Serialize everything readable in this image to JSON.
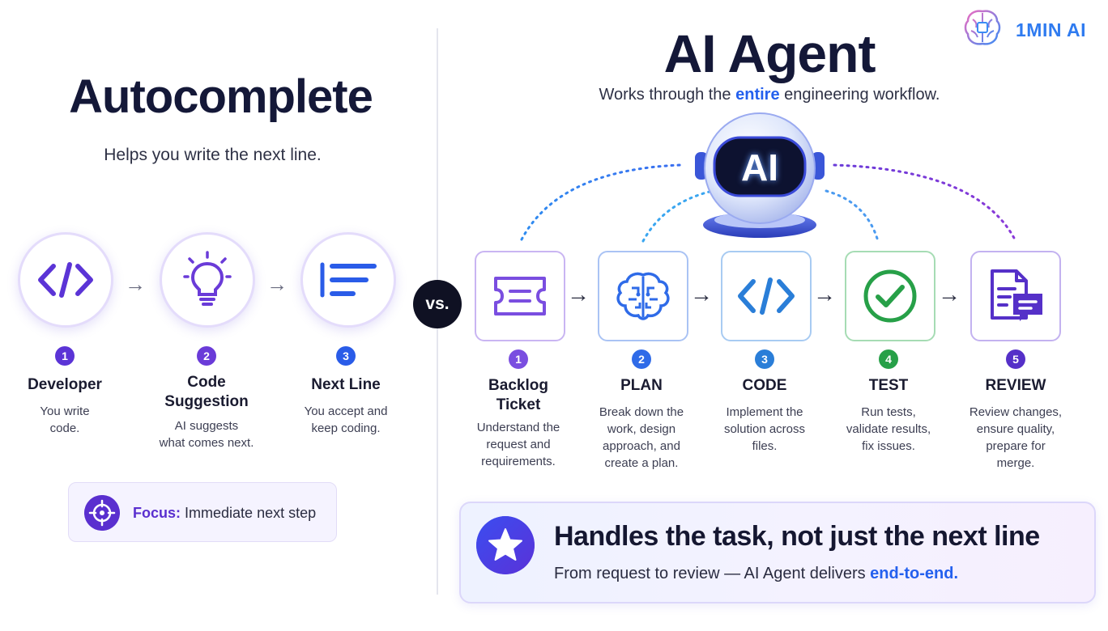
{
  "brand": {
    "name": "1MIN AI",
    "logo_icon": "brain-chip-icon",
    "color": "#2f7bf0"
  },
  "autocomplete": {
    "title": "Autocomplete",
    "subtitle": "Helps you write the next line.",
    "steps": [
      {
        "number": "1",
        "title": "Developer",
        "desc": [
          "You write",
          "code."
        ],
        "icon": "code-brackets-icon",
        "color": "#5b34d6"
      },
      {
        "number": "2",
        "title": [
          "Code",
          "Suggestion"
        ],
        "desc": [
          "AI suggests",
          "what comes next."
        ],
        "icon": "lightbulb-icon",
        "color": "#6a3bd8"
      },
      {
        "number": "3",
        "title": "Next Line",
        "desc": [
          "You accept and",
          "keep coding."
        ],
        "icon": "text-lines-icon",
        "color": "#2a5ce8"
      }
    ],
    "focus_label": "Focus:",
    "focus_text": "Immediate next step"
  },
  "vs_label": "vs.",
  "agent": {
    "title": "AI Agent",
    "subtitle_pre": "Works through the",
    "subtitle_hl": "entire",
    "subtitle_post": "engineering workflow.",
    "robot_label": "AI",
    "steps": [
      {
        "number": "1",
        "title": [
          "Backlog",
          "Ticket"
        ],
        "desc": [
          "Understand the",
          "request and",
          "requirements."
        ],
        "icon": "ticket-icon",
        "color": "#7a4ee0"
      },
      {
        "number": "2",
        "title": "PLAN",
        "desc": [
          "Break down the",
          "work, design",
          "approach, and",
          "create a plan."
        ],
        "icon": "brain-icon",
        "color": "#2f6be8"
      },
      {
        "number": "3",
        "title": "CODE",
        "desc": [
          "Implement the",
          "solution across",
          "files."
        ],
        "icon": "code-brackets-icon",
        "color": "#2a7ed8"
      },
      {
        "number": "4",
        "title": "TEST",
        "desc": [
          "Run tests,",
          "validate results,",
          "fix issues."
        ],
        "icon": "check-circle-icon",
        "color": "#27a048"
      },
      {
        "number": "5",
        "title": "REVIEW",
        "desc": [
          "Review changes,",
          "ensure quality,",
          "prepare for",
          "merge."
        ],
        "icon": "document-chat-icon",
        "color": "#5530c8"
      }
    ]
  },
  "banner": {
    "title": "Handles the task, not just the next line",
    "sub_pre": "From request to review — AI Agent delivers",
    "sub_hl": "end-to-end."
  }
}
